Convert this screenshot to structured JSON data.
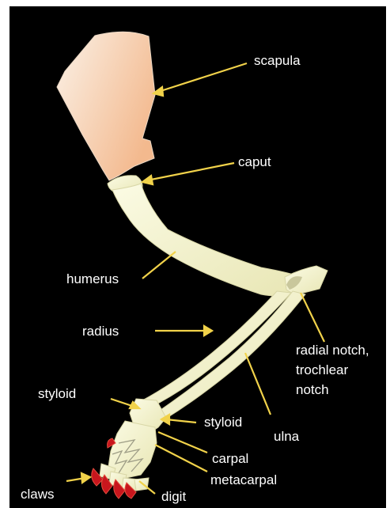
{
  "colors": {
    "background": "#000000",
    "bone": "#f3f2cd",
    "scapula": "#f6cba8",
    "arrow": "#f1d24a",
    "claw": "#c8161d",
    "label": "#ffffff"
  },
  "labels": {
    "scapula": "scapula",
    "caput": "caput",
    "humerus": "humerus",
    "radius": "radius",
    "radial_notch": "radial notch,",
    "trochlear_notch": "trochlear",
    "notch": "notch",
    "styloid_left": "styloid",
    "styloid_right": "styloid",
    "ulna": "ulna",
    "carpal": "carpal",
    "metacarpal": "metacarpal",
    "claws": "claws",
    "digit": "digit"
  }
}
